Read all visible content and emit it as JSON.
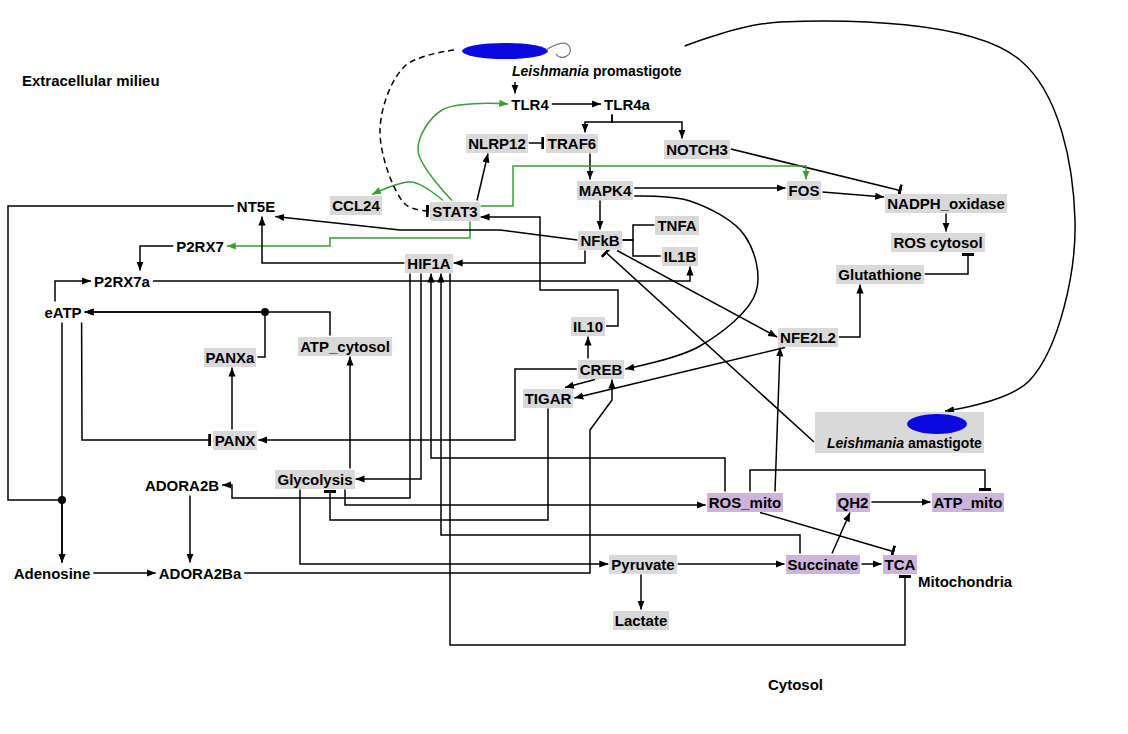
{
  "diagram": {
    "nodes": [
      {
        "text": [
          "Leishmania promastigote"
        ]
      },
      {
        "text": [
          "TLR4"
        ]
      },
      {
        "text": [
          "TLR4a"
        ]
      },
      {
        "text": [
          "Cytosol"
        ]
      },
      {
        "text": [
          "NLRP12"
        ],
        "in": 3
      },
      {
        "text": [
          "TRAF6"
        ],
        "in": 3
      },
      {
        "text": [
          "NOTCH3"
        ],
        "in": 3
      },
      {
        "text": [
          "NT5E"
        ]
      },
      {
        "text": [
          "CCL24"
        ],
        "in": 3
      },
      {
        "text": [
          "STAT3"
        ],
        "in": 3
      },
      {
        "text": [
          "MAPK4"
        ],
        "in": 3
      },
      {
        "text": [
          "FOS"
        ],
        "in": 3
      },
      {
        "text": [
          "NADPH_oxidase"
        ],
        "in": 3
      },
      {
        "text": [
          "P2RX7"
        ]
      },
      {
        "text": [
          "NFkB"
        ],
        "in": 3
      },
      {
        "text": [
          "TNFA"
        ],
        "in": 3
      },
      {
        "text": [
          "IL1B"
        ],
        "in": 3
      },
      {
        "text": [
          "ROS cytosol"
        ],
        "in": 3
      },
      {
        "text": [
          "HIF1A"
        ],
        "in": 3
      },
      {
        "text": [
          "Glutathione"
        ],
        "in": 3
      },
      {
        "text": [
          "P2RX7a"
        ]
      },
      {
        "text": [
          "eATP"
        ]
      },
      {
        "text": [
          "IL10"
        ],
        "in": 3
      },
      {
        "text": [
          "NFE2L2"
        ],
        "in": 3
      },
      {
        "text": [
          "PANXa"
        ],
        "in": 3
      },
      {
        "text": [
          "ATP_cytosol"
        ],
        "in": 3
      },
      {
        "text": [
          "CREB"
        ],
        "in": 3
      },
      {
        "text": [
          "PANX"
        ],
        "in": 3
      },
      {
        "text": [
          "TIGAR"
        ],
        "in": 3
      },
      {
        "text": [
          "Leishmania amastigote"
        ],
        "in": 3
      },
      {
        "text": [
          "Glycolysis"
        ],
        "in": 3
      },
      {
        "text": [
          "ADORA2B"
        ]
      },
      {
        "text": [
          "Mitochondria"
        ],
        "in": 3
      },
      {
        "text": [
          "ROS_mito"
        ],
        "in": 32
      },
      {
        "text": [
          "QH2"
        ],
        "in": 32
      },
      {
        "text": [
          "ATP_mito"
        ],
        "in": 32
      },
      {
        "text": [
          "Pyruvate"
        ],
        "in": 3
      },
      {
        "text": [
          "Succinate"
        ],
        "in": 32
      },
      {
        "text": [
          "TCA"
        ],
        "in": 32
      },
      {
        "text": [
          "Adenosine"
        ]
      },
      {
        "text": [
          "ADORA2Ba"
        ]
      },
      {
        "text": [
          "Lactate"
        ],
        "in": 3
      }
    ],
    "edges": [
      {
        "from": 0,
        "to": 1,
        "arrow": "to"
      },
      {
        "from": 1,
        "to": 2,
        "arrow": "to"
      },
      {
        "from": 2,
        "to": 5,
        "arrow": "to"
      },
      {
        "from": 2,
        "to": 6,
        "arrow": "to"
      },
      {
        "from": 4,
        "to": 5,
        "arrow": "to"
      },
      {
        "from": 5,
        "to": 10,
        "arrow": "to"
      },
      {
        "from": 6,
        "to": 12,
        "arrow": "to"
      },
      {
        "from": 10,
        "to": 11,
        "arrow": "to"
      },
      {
        "from": 11,
        "to": 12,
        "arrow": "to"
      },
      {
        "from": 12,
        "to": 17,
        "arrow": "to"
      },
      {
        "from": 19,
        "to": 17,
        "arrow": "to"
      },
      {
        "from": 10,
        "to": 14,
        "arrow": "to"
      },
      {
        "from": 10,
        "to": 26,
        "arrow": "to"
      },
      {
        "from": 14,
        "to": 15,
        "arrow": "none"
      },
      {
        "from": 14,
        "to": 16,
        "arrow": "none"
      },
      {
        "from": 14,
        "to": 18,
        "arrow": "to"
      },
      {
        "from": 14,
        "to": 23,
        "arrow": "to"
      },
      {
        "from": 9,
        "to": 4,
        "arrow": "to"
      },
      {
        "from": 9,
        "to": 8,
        "arrow": "to"
      },
      {
        "from": 9,
        "to": 1,
        "arrow": "to"
      },
      {
        "from": 9,
        "to": 11,
        "arrow": "to"
      },
      {
        "from": 9,
        "to": 13,
        "arrow": "to"
      },
      {
        "from": 14,
        "to": 7,
        "arrow": "to"
      },
      {
        "from": 18,
        "to": 7,
        "arrow": "to"
      },
      {
        "from": 0,
        "to": 9,
        "arrow": "to"
      },
      {
        "from": 22,
        "to": 9,
        "arrow": "to"
      },
      {
        "from": 26,
        "to": 22,
        "arrow": "to"
      },
      {
        "from": 26,
        "to": 28,
        "arrow": "to"
      },
      {
        "from": 26,
        "to": 27,
        "arrow": "to"
      },
      {
        "from": 23,
        "to": 19,
        "arrow": "to"
      },
      {
        "from": 23,
        "to": 28,
        "arrow": "to"
      },
      {
        "from": 29,
        "to": 14,
        "arrow": "to"
      },
      {
        "from": 0,
        "to": 29,
        "arrow": "to"
      },
      {
        "from": 7,
        "to": 39,
        "arrow": "to"
      },
      {
        "from": 21,
        "to": 39,
        "arrow": "to"
      },
      {
        "from": 21,
        "to": 27,
        "arrow": "to"
      },
      {
        "from": 21,
        "to": 20,
        "arrow": "to"
      },
      {
        "from": 27,
        "to": 24,
        "arrow": "to"
      },
      {
        "from": 13,
        "to": 20,
        "arrow": "to"
      },
      {
        "from": 20,
        "to": 16,
        "arrow": "to"
      },
      {
        "from": 25,
        "to": 21,
        "arrow": "to"
      },
      {
        "from": 24,
        "to": 21,
        "arrow": "to"
      },
      {
        "from": 30,
        "to": 25,
        "arrow": "to"
      },
      {
        "from": 18,
        "to": 30,
        "arrow": "to"
      },
      {
        "from": 18,
        "to": 31,
        "arrow": "to"
      },
      {
        "from": 33,
        "to": 18,
        "arrow": "to"
      },
      {
        "from": 33,
        "to": 35,
        "arrow": "to"
      },
      {
        "from": 33,
        "to": 23,
        "arrow": "to"
      },
      {
        "from": 33,
        "to": 38,
        "arrow": "to"
      },
      {
        "from": 37,
        "to": 34,
        "arrow": "to"
      },
      {
        "from": 34,
        "to": 35,
        "arrow": "to"
      },
      {
        "from": 37,
        "to": 38,
        "arrow": "to"
      },
      {
        "from": 36,
        "to": 37,
        "arrow": "to"
      },
      {
        "from": 36,
        "to": 41,
        "arrow": "to"
      },
      {
        "from": 37,
        "to": 18,
        "arrow": "to"
      },
      {
        "from": 18,
        "to": 38,
        "arrow": "to"
      },
      {
        "from": 30,
        "to": 33,
        "arrow": "to"
      },
      {
        "from": 40,
        "to": 26,
        "arrow": "to"
      },
      {
        "from": 39,
        "to": 40,
        "arrow": "to"
      },
      {
        "from": 31,
        "to": 40,
        "arrow": "to"
      },
      {
        "from": 30,
        "to": 36,
        "arrow": "to"
      },
      {
        "from": 28,
        "to": 30,
        "arrow": "to"
      }
    ],
    "labels": [
      "Extracellular milieu"
    ]
  }
}
